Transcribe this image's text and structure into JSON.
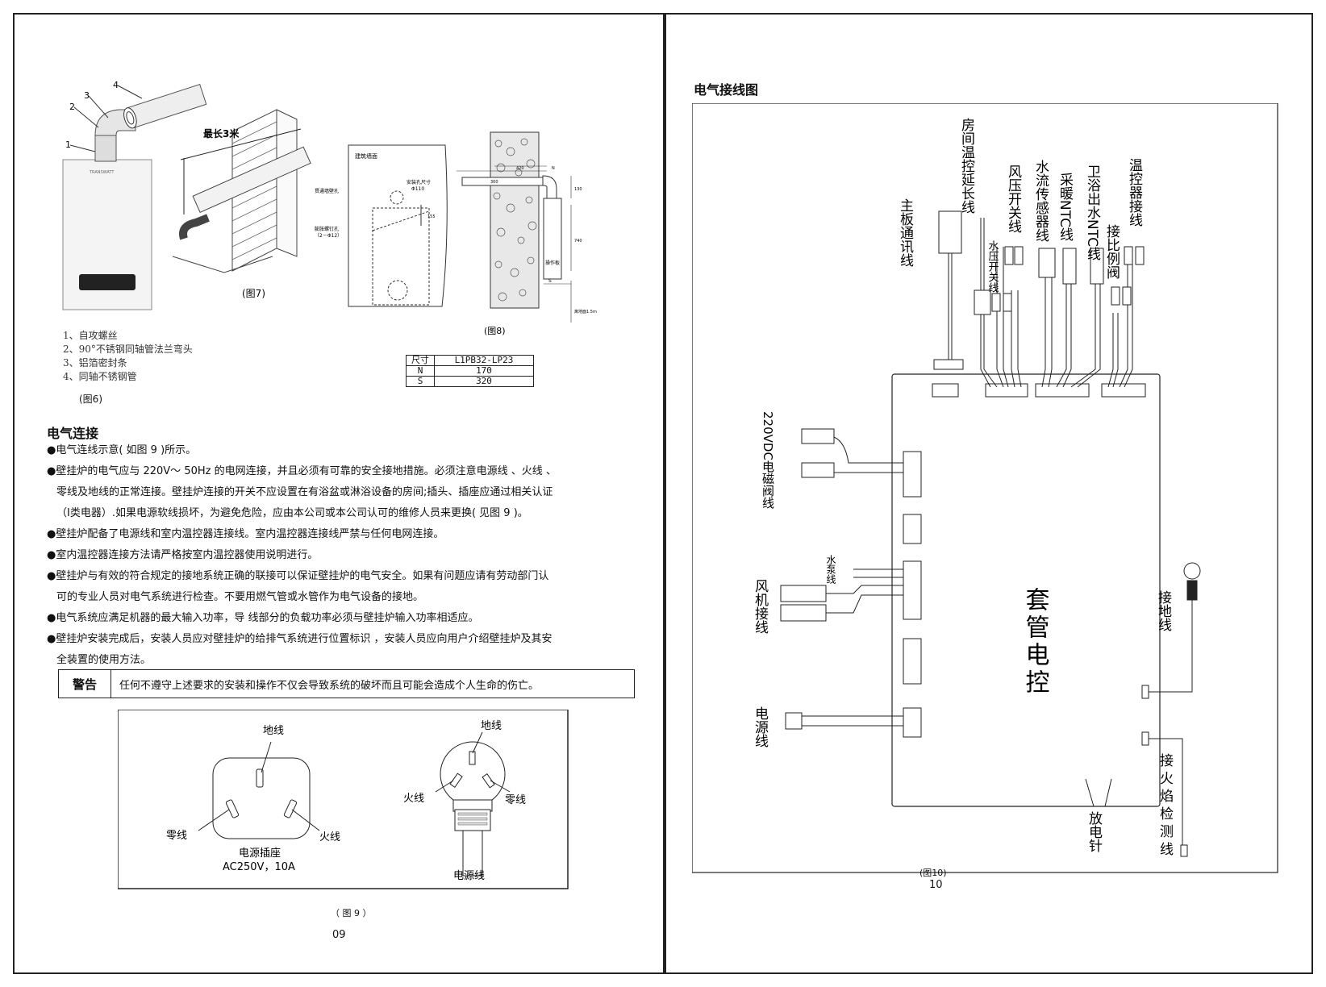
{
  "left": {
    "fig6": {
      "labels": [
        "1",
        "2",
        "3",
        "4"
      ],
      "captions": [
        "1、自攻螺丝",
        "2、90°不锈钢同轴管法兰弯头",
        "3、铝箔密封条",
        "4、同轴不锈钢管"
      ],
      "caption": "(图6)"
    },
    "fig7": {
      "max_len": "最长3米",
      "caption": "(图7)"
    },
    "fig8": {
      "wall": "建筑墙面",
      "hole_size": "安装孔尺寸",
      "hole_dim": "Φ110",
      "through_hole": "贯通墙壁孔",
      "bolt_hole": "膨胀螺钉孔",
      "bolt_spec": "（2－Φ12）",
      "dim_155": "155",
      "dim_300": "300",
      "dim_420": "420",
      "n": "N",
      "dim_130": "130",
      "dim_740": "740",
      "op_panel": "操作板",
      "s": "S",
      "floor": "离地面1.5m",
      "caption": "(图8)"
    },
    "dim_table": {
      "header": [
        "尺寸",
        "L1PB32-LP23"
      ],
      "rows": [
        [
          "N",
          "170"
        ],
        [
          "S",
          "320"
        ]
      ]
    },
    "section_title": "电气连接",
    "bullets": [
      "●电气连线示意( 如图 9 )所示。",
      "●壁挂炉的电气应与 220V～ 50Hz 的电网连接，并且必须有可靠的安全接地措施。必须注意电源线 、火线 、",
      "零线及地线的正常连接。壁挂炉连接的开关不应设置在有浴盆或淋浴设备的房间;插头、插座应通过相关认证",
      "（Ⅰ类电器）.如果电源软线损坏，为避免危险，应由本公司或本公司认可的维修人员来更换( 见图 9 )。",
      "●壁挂炉配备了电源线和室内温控器连接线。室内温控器连接线严禁与任何电网连接。",
      "●室内温控器连接方法请严格按室内温控器使用说明进行。",
      "●壁挂炉与有效的符合规定的接地系统正确的联接可以保证壁挂炉的电气安全。如果有问题应请有劳动部门认",
      "可的专业人员对电气系统进行检查。不要用燃气管或水管作为电气设备的接地。",
      "●电气系统应满足机器的最大输入功率，导 线部分的负载功率必须与壁挂炉输入功率相适应。",
      "●壁挂炉安装完成后，安装人员应对壁挂炉的给排气系统进行位置标识 ，安装人员应向用户介绍壁挂炉及其安",
      "全装置的使用方法。"
    ],
    "warning": {
      "label": "警告",
      "text": "任何不遵守上述要求的安装和操作不仅会导致系统的破坏而且可能会造成个人生命的伤亡。"
    },
    "fig9": {
      "ground1": "地线",
      "neutral1": "零线",
      "live1": "火线",
      "socket": "电源插座",
      "rating": "AC250V，10A",
      "ground2": "地线",
      "live2": "火线",
      "neutral2": "零线",
      "cord": "电源线",
      "caption": "（ 图 9 ）"
    },
    "page_no": "09"
  },
  "right": {
    "title": "电气接线图",
    "top_labels": [
      "主板通讯线",
      "房间温控延长线",
      "风压开关线",
      "水流传感器线",
      "采暖NTC线",
      "卫浴出水NTC线",
      "温控器接线",
      "接比例阀",
      "水压开关线"
    ],
    "side_labels": {
      "solenoid": "220VDC电磁阀线",
      "pump": "水泵线",
      "fan": "风机接线",
      "power": "电源线",
      "ground": "接地线",
      "flame": "接火焰检测线",
      "ignite": "放电针"
    },
    "board": "套管电控",
    "caption": "(图10)",
    "page_no": "10"
  }
}
